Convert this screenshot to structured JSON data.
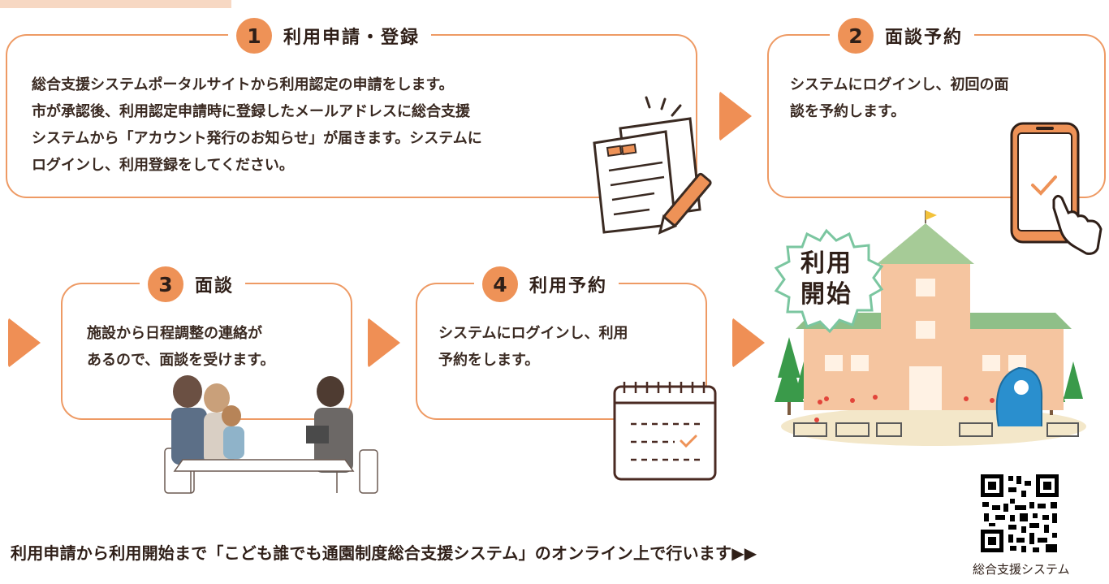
{
  "steps": [
    {
      "num": "1",
      "title": "利用申請・登録",
      "lines": [
        "総合支援システムポータルサイトから利用認定の申請をします。",
        "市が承認後、利用認定申請時に登録したメールアドレスに総合支援",
        "システムから「アカウント発行のお知らせ」が届きます。システムに",
        "ログインし、利用登録をしてください。"
      ]
    },
    {
      "num": "2",
      "title": "面談予約",
      "lines": [
        "システムにログインし、初回の面",
        "談を予約します。"
      ]
    },
    {
      "num": "3",
      "title": "面談",
      "lines": [
        "施設から日程調整の連絡が",
        "あるので、面談を受けます。"
      ]
    },
    {
      "num": "4",
      "title": "利用予約",
      "lines": [
        "システムにログインし、利用",
        "予約をします。"
      ]
    }
  ],
  "start_badge": {
    "line1": "利用",
    "line2": "開始"
  },
  "footer": {
    "text": "利用申請から利用開始まで「こども誰でも通園制度総合支援システム」のオンライン上で行います▶▶"
  },
  "qr": {
    "caption": "総合支援システム"
  },
  "colors": {
    "accent": "#ee9257",
    "border": "#ee9a64",
    "arrow": "#ef8f55",
    "badge_border": "#7bc6a0"
  },
  "icons": [
    "documents-pen-icon",
    "smartphone-check-icon",
    "calendar-check-icon",
    "family-meeting-illustration",
    "nursery-school-illustration",
    "qr-code"
  ]
}
